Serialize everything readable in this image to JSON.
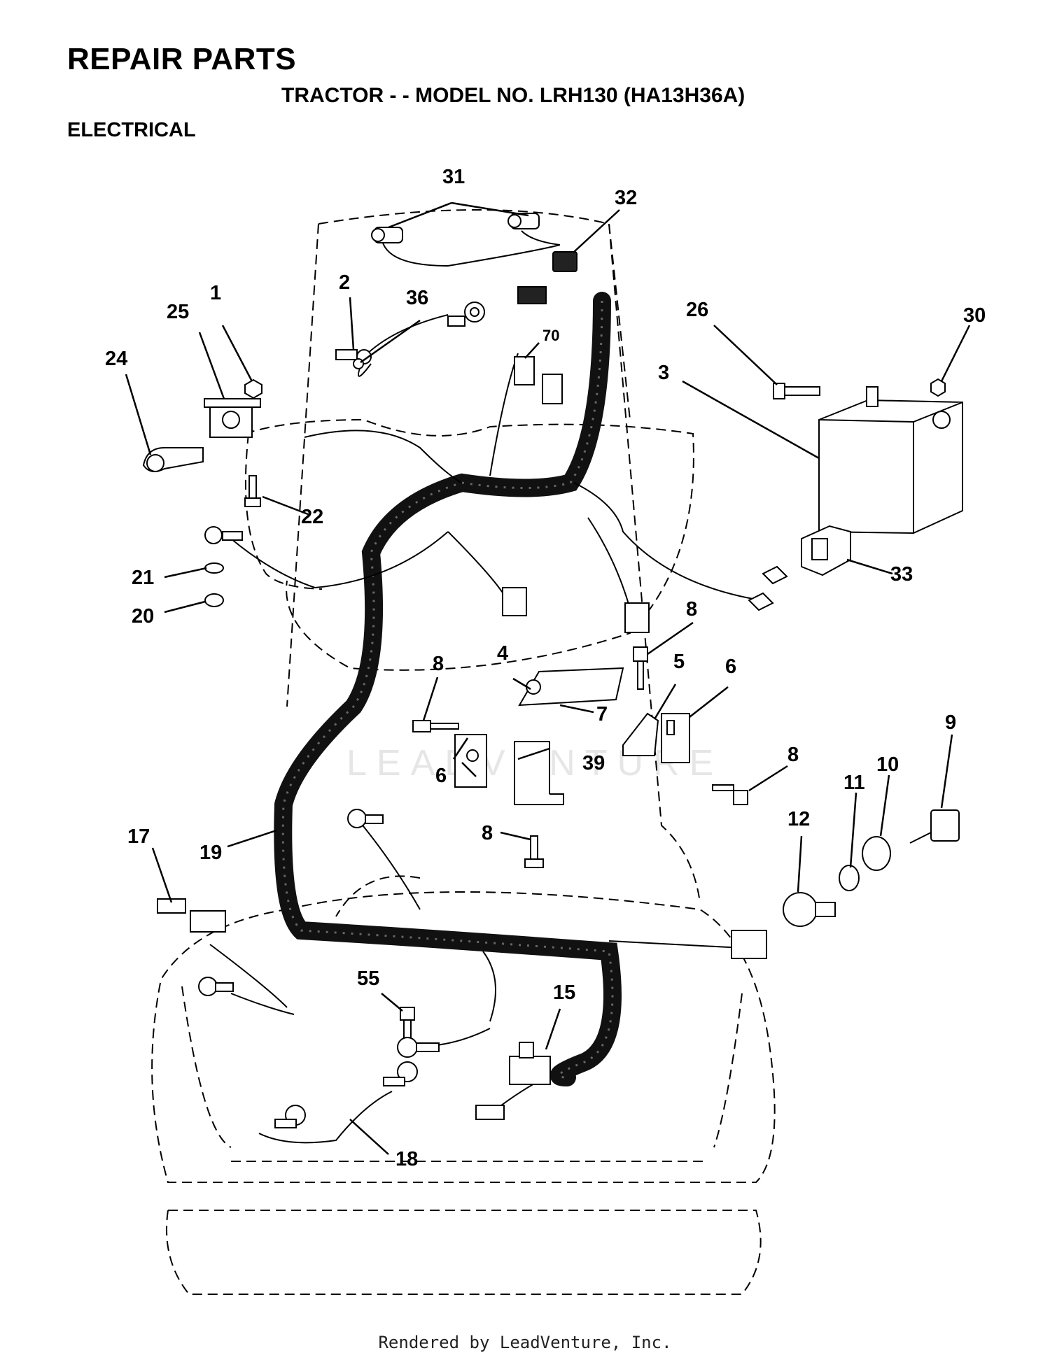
{
  "header": {
    "title": "REPAIR PARTS",
    "subtitle": "TRACTOR - - MODEL NO. LRH130 (HA13H36A)",
    "section": "ELECTRICAL"
  },
  "watermark": "LEADVENTURE",
  "footer": "Rendered by LeadVenture, Inc.",
  "callouts": {
    "c31": "31",
    "c32": "32",
    "c2": "2",
    "c36": "36",
    "c70": "70",
    "c1": "1",
    "c25": "25",
    "c24": "24",
    "c26": "26",
    "c30": "30",
    "c3": "3",
    "c22": "22",
    "c21": "21",
    "c20": "20",
    "c33": "33",
    "c8a": "8",
    "c8b": "8",
    "c8c": "8",
    "c8d": "8",
    "c4": "4",
    "c7": "7",
    "c5": "5",
    "c6a": "6",
    "c6b": "6",
    "c39": "39",
    "c9": "9",
    "c10": "10",
    "c11": "11",
    "c12": "12",
    "c17": "17",
    "c19": "19",
    "c55": "55",
    "c15": "15",
    "c18": "18"
  },
  "colors": {
    "ink": "#000000",
    "harness": "#111111",
    "watermark": "#e6e6e6"
  }
}
